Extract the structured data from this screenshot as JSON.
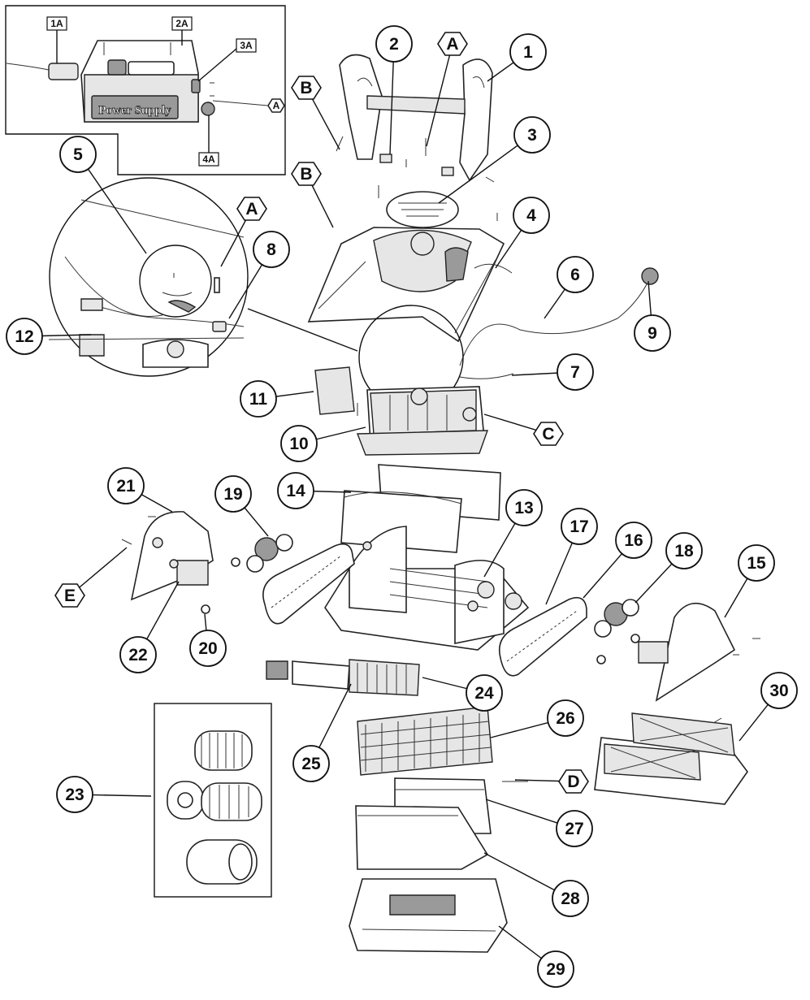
{
  "inset": {
    "labels": [
      "1A",
      "2A",
      "3A",
      "4A"
    ],
    "power_supply_text": "Power Supply",
    "screw_ref": "A"
  },
  "letter_labels": [
    "A",
    "B",
    "B",
    "A",
    "C",
    "D",
    "E"
  ],
  "part_numbers": [
    "1",
    "2",
    "3",
    "4",
    "5",
    "6",
    "7",
    "8",
    "9",
    "10",
    "11",
    "12",
    "13",
    "14",
    "15",
    "16",
    "17",
    "18",
    "19",
    "20",
    "21",
    "22",
    "23",
    "24",
    "25",
    "26",
    "27",
    "28",
    "29",
    "30"
  ]
}
